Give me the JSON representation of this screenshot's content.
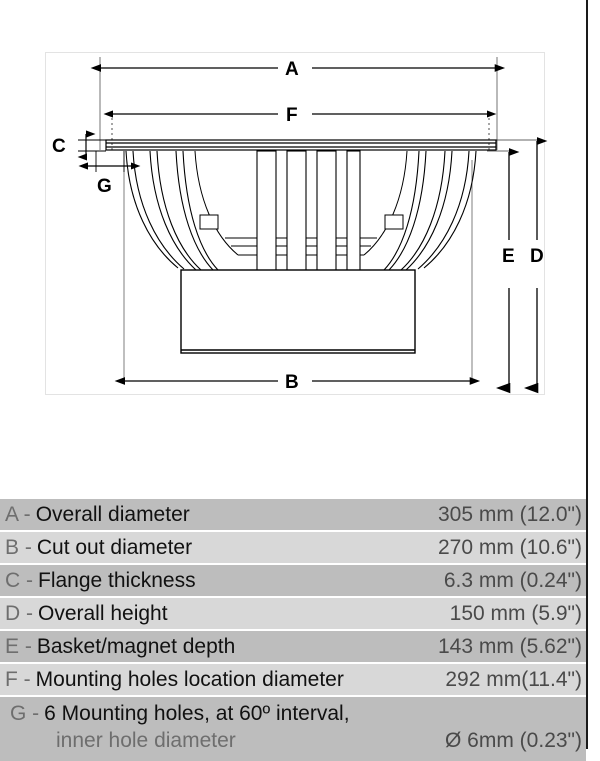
{
  "diagram": {
    "title": "loudspeaker-cross-section-dimension-drawing",
    "dimension_letters": {
      "a": "A",
      "b": "B",
      "c": "C",
      "d": "D",
      "e": "E",
      "f": "F",
      "g": "G"
    }
  },
  "spec_table": {
    "rows": [
      {
        "key": "A -",
        "label": "Overall diameter",
        "value": "305 mm (12.0\")"
      },
      {
        "key": "B -",
        "label": "Cut out diameter",
        "value": "270 mm (10.6\")"
      },
      {
        "key": "C -",
        "label": "Flange thickness",
        "value": "6.3 mm (0.24\")"
      },
      {
        "key": "D -",
        "label": "Overall height",
        "value": "150 mm (5.9\")"
      },
      {
        "key": "E -",
        "label": "Basket/magnet depth",
        "value": "143 mm (5.62\")"
      },
      {
        "key": "F -",
        "label": "Mounting holes location diameter",
        "value": "292 mm(11.4\")"
      }
    ],
    "last_row": {
      "key": "G -",
      "label": "6 Mounting holes, at 60º interval,",
      "sub_label": "inner hole diameter",
      "sub_value": "Ø 6mm (0.23\")"
    }
  },
  "colors": {
    "row_dark": "#bdbdbd",
    "row_light": "#d8d8d8",
    "key_text": "#6e6e6e",
    "label_text": "#111111",
    "value_text": "#4a4a4a",
    "line_art": "#000000"
  }
}
